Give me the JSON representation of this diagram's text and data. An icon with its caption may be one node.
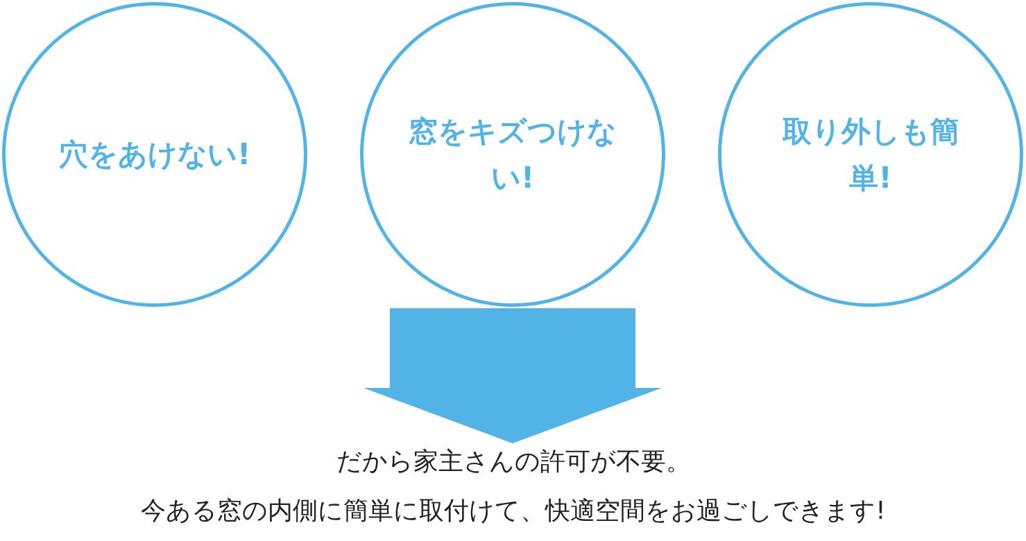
{
  "diagram": {
    "nodes": [
      {
        "text": [
          "穴をあけない!"
        ]
      },
      {
        "text": [
          "窓をキズつけない!"
        ]
      },
      {
        "text": [
          "取り外しも簡単!"
        ]
      },
      {
        "text": [
          "だから家主さんの許可が不要。",
          "今ある窓の内側に簡単に取付けて、快適空間をお過ごしできます!"
        ]
      }
    ],
    "edges": [
      {
        "from": 1,
        "to": 3,
        "arrow": "to"
      }
    ]
  }
}
